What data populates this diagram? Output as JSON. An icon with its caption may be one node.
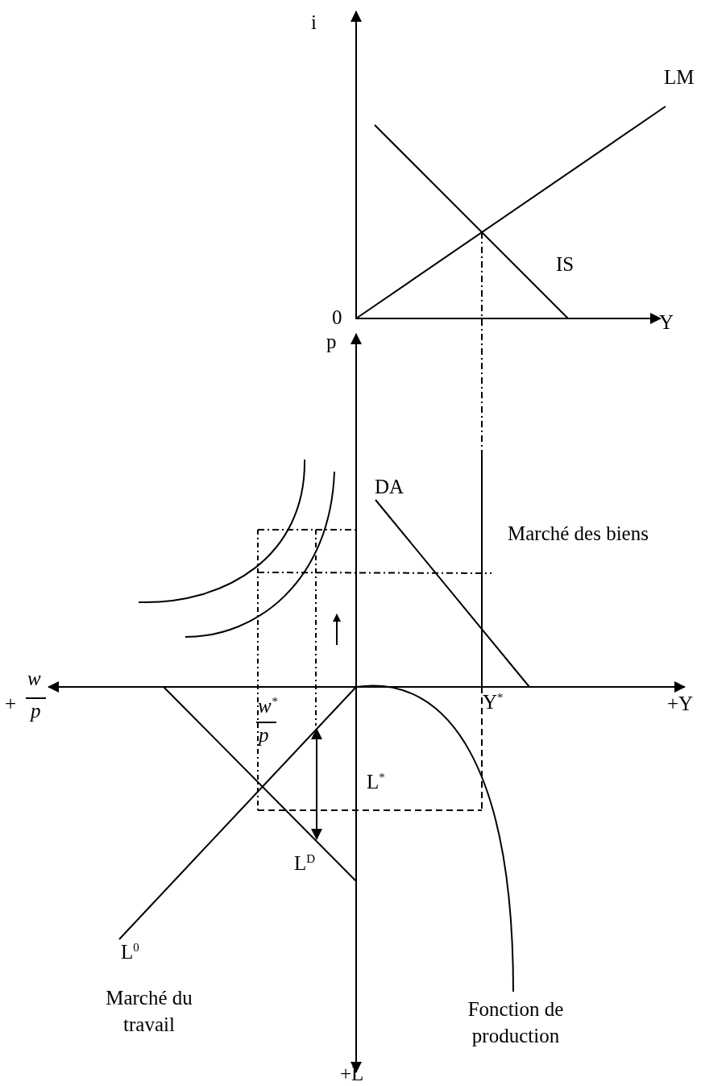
{
  "diagram": {
    "labels": [
      "i",
      "LM",
      "IS",
      "0",
      "Y",
      "p",
      "DA",
      "Marché des biens",
      "+",
      "w",
      "p",
      "Y$^{*}$",
      "+Y",
      "w$^{*}$",
      "p",
      "L$^{*}$",
      "L$^{D}$",
      "L$^{0}$",
      "Fonction de production",
      "Marché du travail",
      "+L"
    ]
  }
}
